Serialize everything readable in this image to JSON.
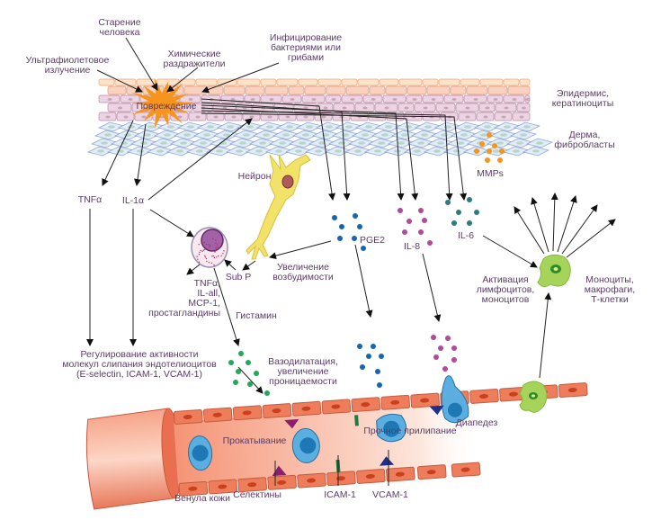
{
  "labels": {
    "aging": [
      "Старение",
      "человека"
    ],
    "chemical": [
      "Химические",
      "раздражители"
    ],
    "infection": [
      "Инфицирование",
      "бактериями или",
      "грибами"
    ],
    "uv": [
      "Ультрафиолетовое",
      "излучение"
    ],
    "damage": "Повреждение",
    "epidermis": [
      "Эпидермис,",
      "кератиноциты"
    ],
    "dermis": [
      "Дерма,",
      "фибробласты"
    ],
    "mmps": "MMPs",
    "neuron": "Нейрон",
    "tnfa": "TNFα",
    "il1a": "IL-1α",
    "pge2": "PGE2",
    "il8": "IL-8",
    "il6": "IL-6",
    "excitability": [
      "Увеличение",
      "возбудимости"
    ],
    "subp": "Sub P",
    "mast_products": [
      "TNFα,",
      "IL-all,",
      "MCP-1,",
      "простагландины"
    ],
    "histamine": "Гистамин",
    "regulation": [
      "Регулирование активности",
      "молекул слипания эндотелиоцитов",
      "(E-selectin, ICAM-1, VCAM-1)"
    ],
    "vasodilation": [
      "Вазодилатация,",
      "увеличение",
      "проницаемости"
    ],
    "activation": [
      "Активация",
      "лимфоцитов,",
      "моноцитов"
    ],
    "monocytes": [
      "Моноциты,",
      "макрофаги,",
      "Т-клетки"
    ],
    "diapedesis": "Диапедез",
    "firm_adhesion": "Прочное прилипание",
    "rolling": "Прокатывание",
    "venule": "Венула кожи",
    "selectins": "Селектины",
    "icam": "ICAM-1",
    "vcam": "VCAM-1"
  },
  "colors": {
    "text": "#5b3c68",
    "damage_burst": "#f7941d",
    "mmps_dots": "#f7941d",
    "pge2_dots": "#1565b5",
    "il8_dots": "#b04a9c",
    "il6_dots": "#2f7a80",
    "histamine_dots": "#22a85a",
    "vessel": "#ee7d5c",
    "leukocyte": "#5aaee0",
    "monocyte": "#a6d45a",
    "neuron": "#f3e26a",
    "selectin": "#8b1f6e",
    "icam": "#1e7a3e",
    "vcam": "#1f2f8a"
  }
}
